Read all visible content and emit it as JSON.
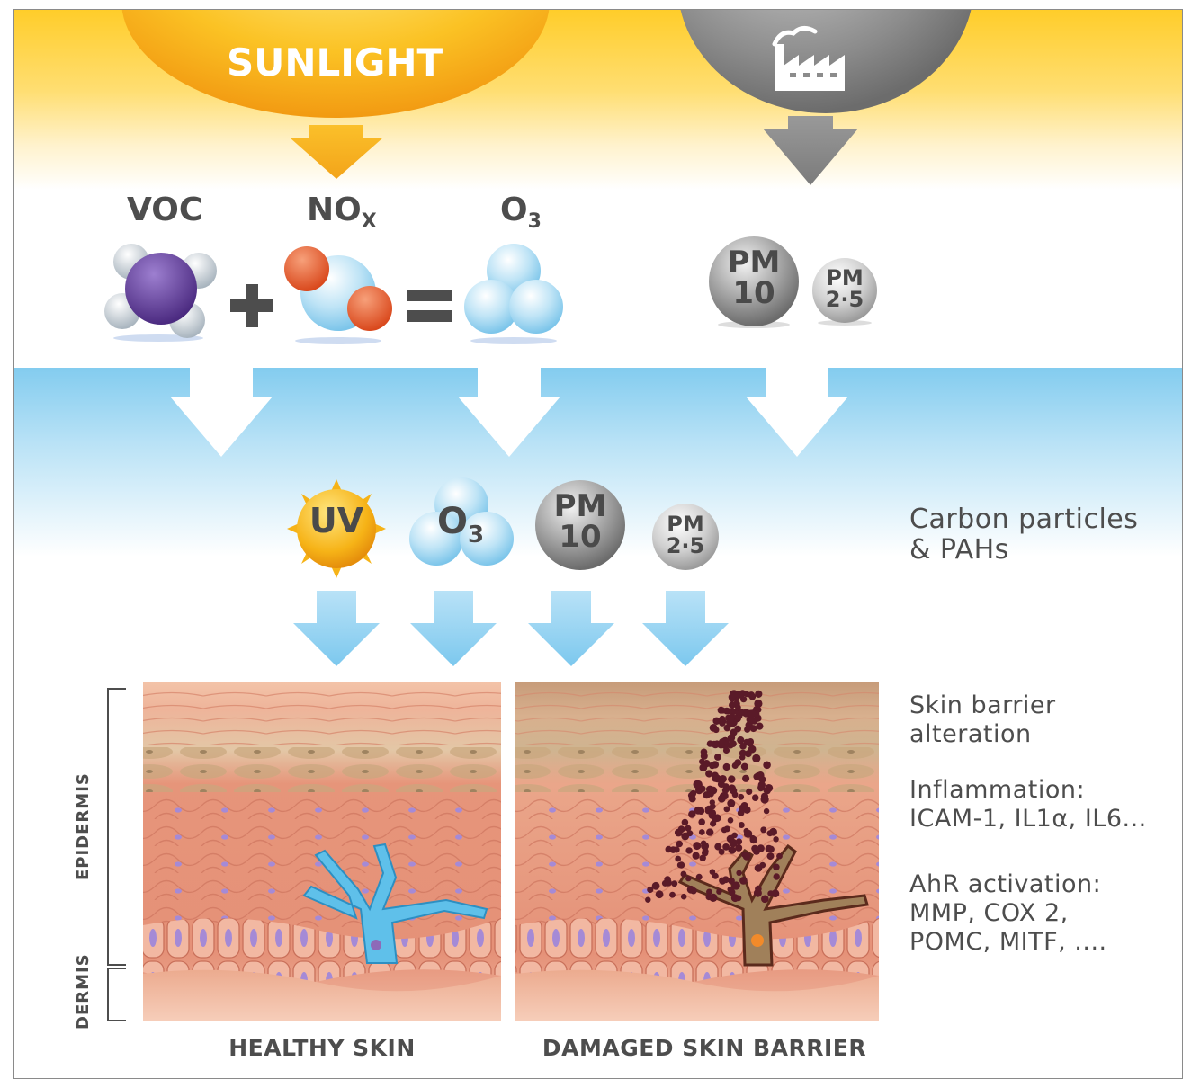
{
  "sources": {
    "sunlight_label": "SUNLIGHT",
    "factory_icon": "factory-icon"
  },
  "reaction": {
    "voc_label": "VOC",
    "nox_label": "NO",
    "nox_sub": "X",
    "o3_label": "O",
    "o3_sub": "3",
    "plus": "+",
    "equals": "="
  },
  "particles": {
    "pm10_top": "PM",
    "pm10_bottom": "10",
    "pm25_top": "PM",
    "pm25_bottom": "2·5"
  },
  "agents": {
    "uv": "UV",
    "o3": "O",
    "o3_sub": "3",
    "pm10_top": "PM",
    "pm10_bottom": "10",
    "pm25_top": "PM",
    "pm25_bottom": "2·5"
  },
  "side_notes": {
    "carbon_line1": "Carbon particles",
    "carbon_line2": "& PAHs",
    "barrier_line1": "Skin barrier",
    "barrier_line2": "alteration",
    "inflam_line1": "Inflammation:",
    "inflam_line2": "ICAM-1, IL1α, IL6...",
    "ahr_line1": "AhR activation:",
    "ahr_line2": "MMP, COX 2,",
    "ahr_line3": "POMC, MITF, ...."
  },
  "layers": {
    "epidermis": "EPIDERMIS",
    "dermis": "DERMIS"
  },
  "captions": {
    "healthy": "HEALTHY SKIN",
    "damaged": "DAMAGED SKIN BARRIER"
  },
  "colors": {
    "sun": "#f7b21a",
    "pollution": "#7f7f7f",
    "sky_blue": "#83ccef",
    "voc_purple": "#6a3fa0",
    "nox_orange": "#e8662f",
    "skin": "#e9967a",
    "langerhans_healthy": "#5fc0ea",
    "langerhans_damaged": "#7a3b2a",
    "particle_dots": "#5a1a28"
  }
}
